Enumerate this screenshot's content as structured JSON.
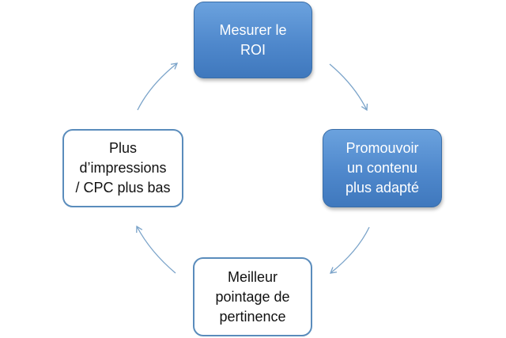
{
  "diagram": {
    "nodes": [
      {
        "id": "top",
        "lines": [
          "Mesurer le",
          "ROI"
        ]
      },
      {
        "id": "right",
        "lines": [
          "Promouvoir",
          "un contenu",
          "plus adapté"
        ]
      },
      {
        "id": "bottom",
        "lines": [
          "Meilleur",
          "pointage de",
          "pertinence"
        ]
      },
      {
        "id": "left",
        "lines": [
          "Plus",
          "d’impressions",
          "/ CPC plus bas"
        ]
      }
    ],
    "colors": {
      "filled_fill": "#4f88cc",
      "filled_border": "#3a6ea8",
      "outline_border": "#5a8cbc",
      "arrow": "#7aa3c9"
    }
  }
}
